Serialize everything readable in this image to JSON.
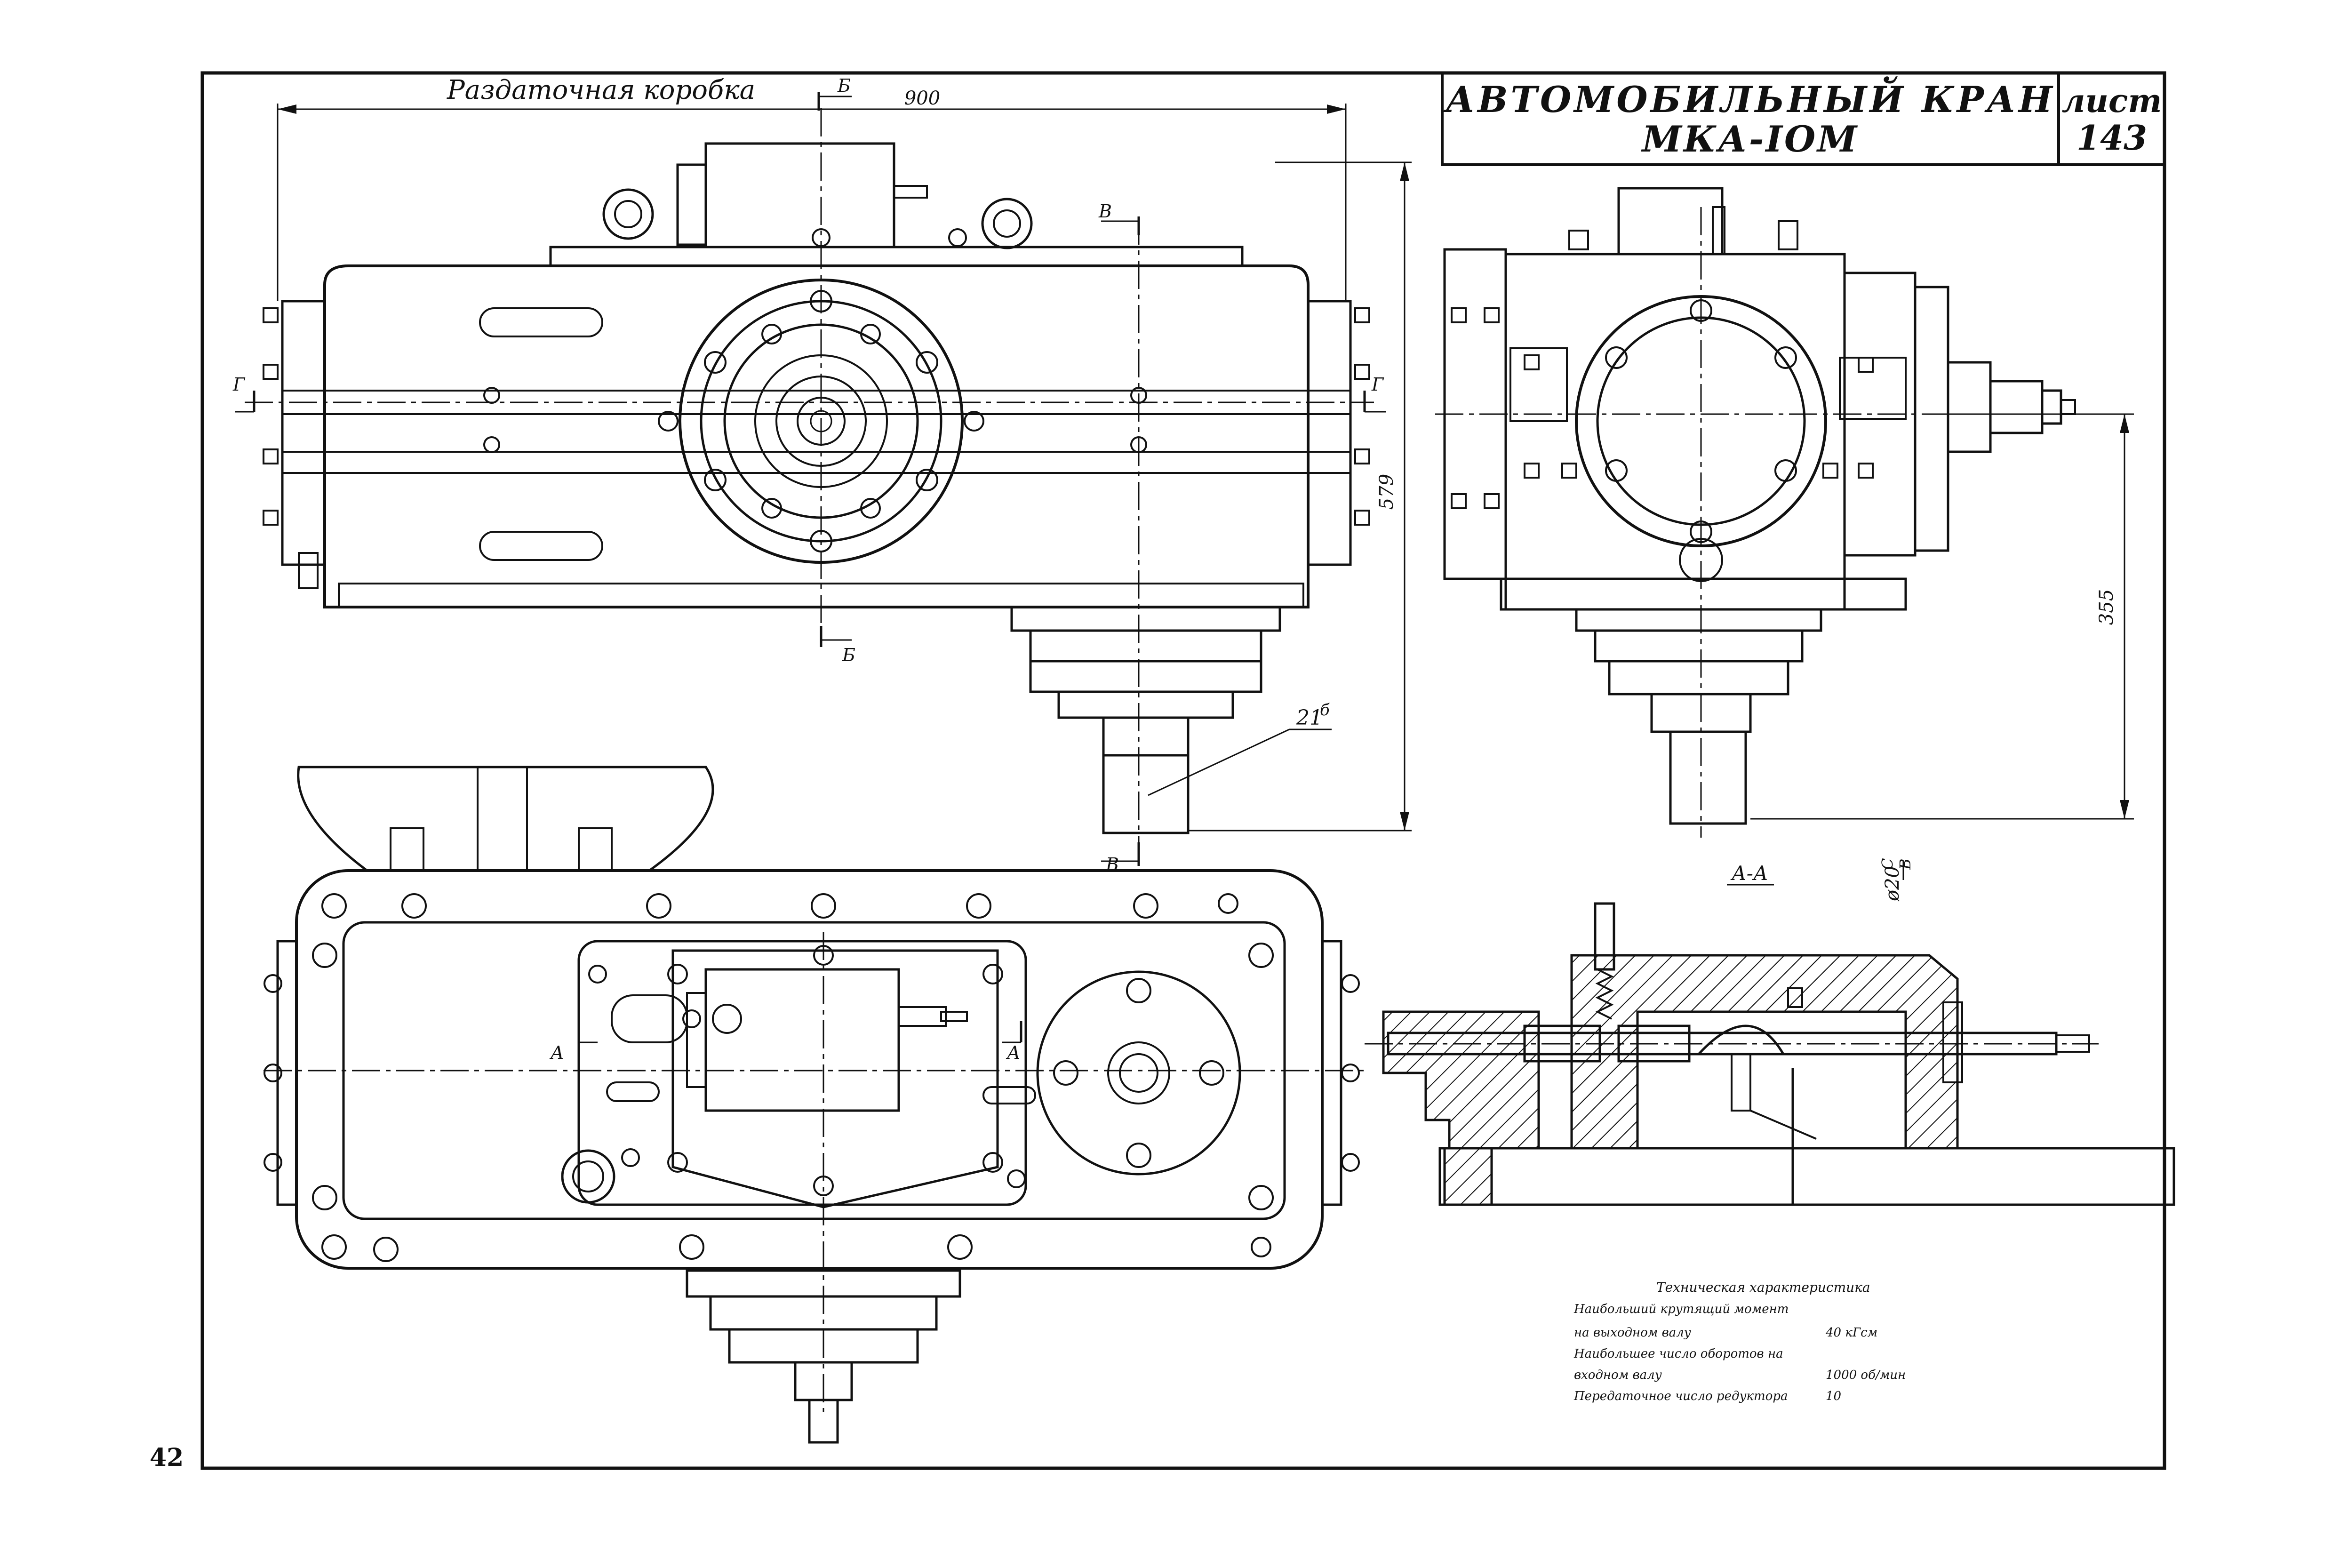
{
  "sheet": {
    "caption": "Раздаточная коробка",
    "title_line1": "АВТОМОБИЛЬНЫЙ КРАН",
    "title_line2": "МКА-IOM",
    "sheet_label": "лист",
    "sheet_number": "143",
    "page_number": "42"
  },
  "views": {
    "top_left": {
      "dim_width": "900",
      "dim_height": "579",
      "cut_b": "Б",
      "cut_v": "В",
      "cut_g": "Г",
      "callout": "21",
      "callout_sup": "б"
    },
    "top_right": {
      "dim_height": "355"
    },
    "bottom_left": {
      "cut_a": "А"
    },
    "section": {
      "label": "А-А",
      "fit": "ø20",
      "fit_num": "С",
      "fit_den": "В"
    }
  },
  "spec": {
    "heading": "Техническая характеристика",
    "rows": [
      {
        "line1": "Наибольший крутящий момент",
        "line2": "на выходном валу",
        "value": "40 кГсм"
      },
      {
        "line1": "Наибольшее число оборотов на",
        "line2": "входном валу",
        "value": "1000  об/мин"
      },
      {
        "line1": "",
        "line2": "Передаточное число редуктора",
        "value": "10"
      }
    ]
  }
}
